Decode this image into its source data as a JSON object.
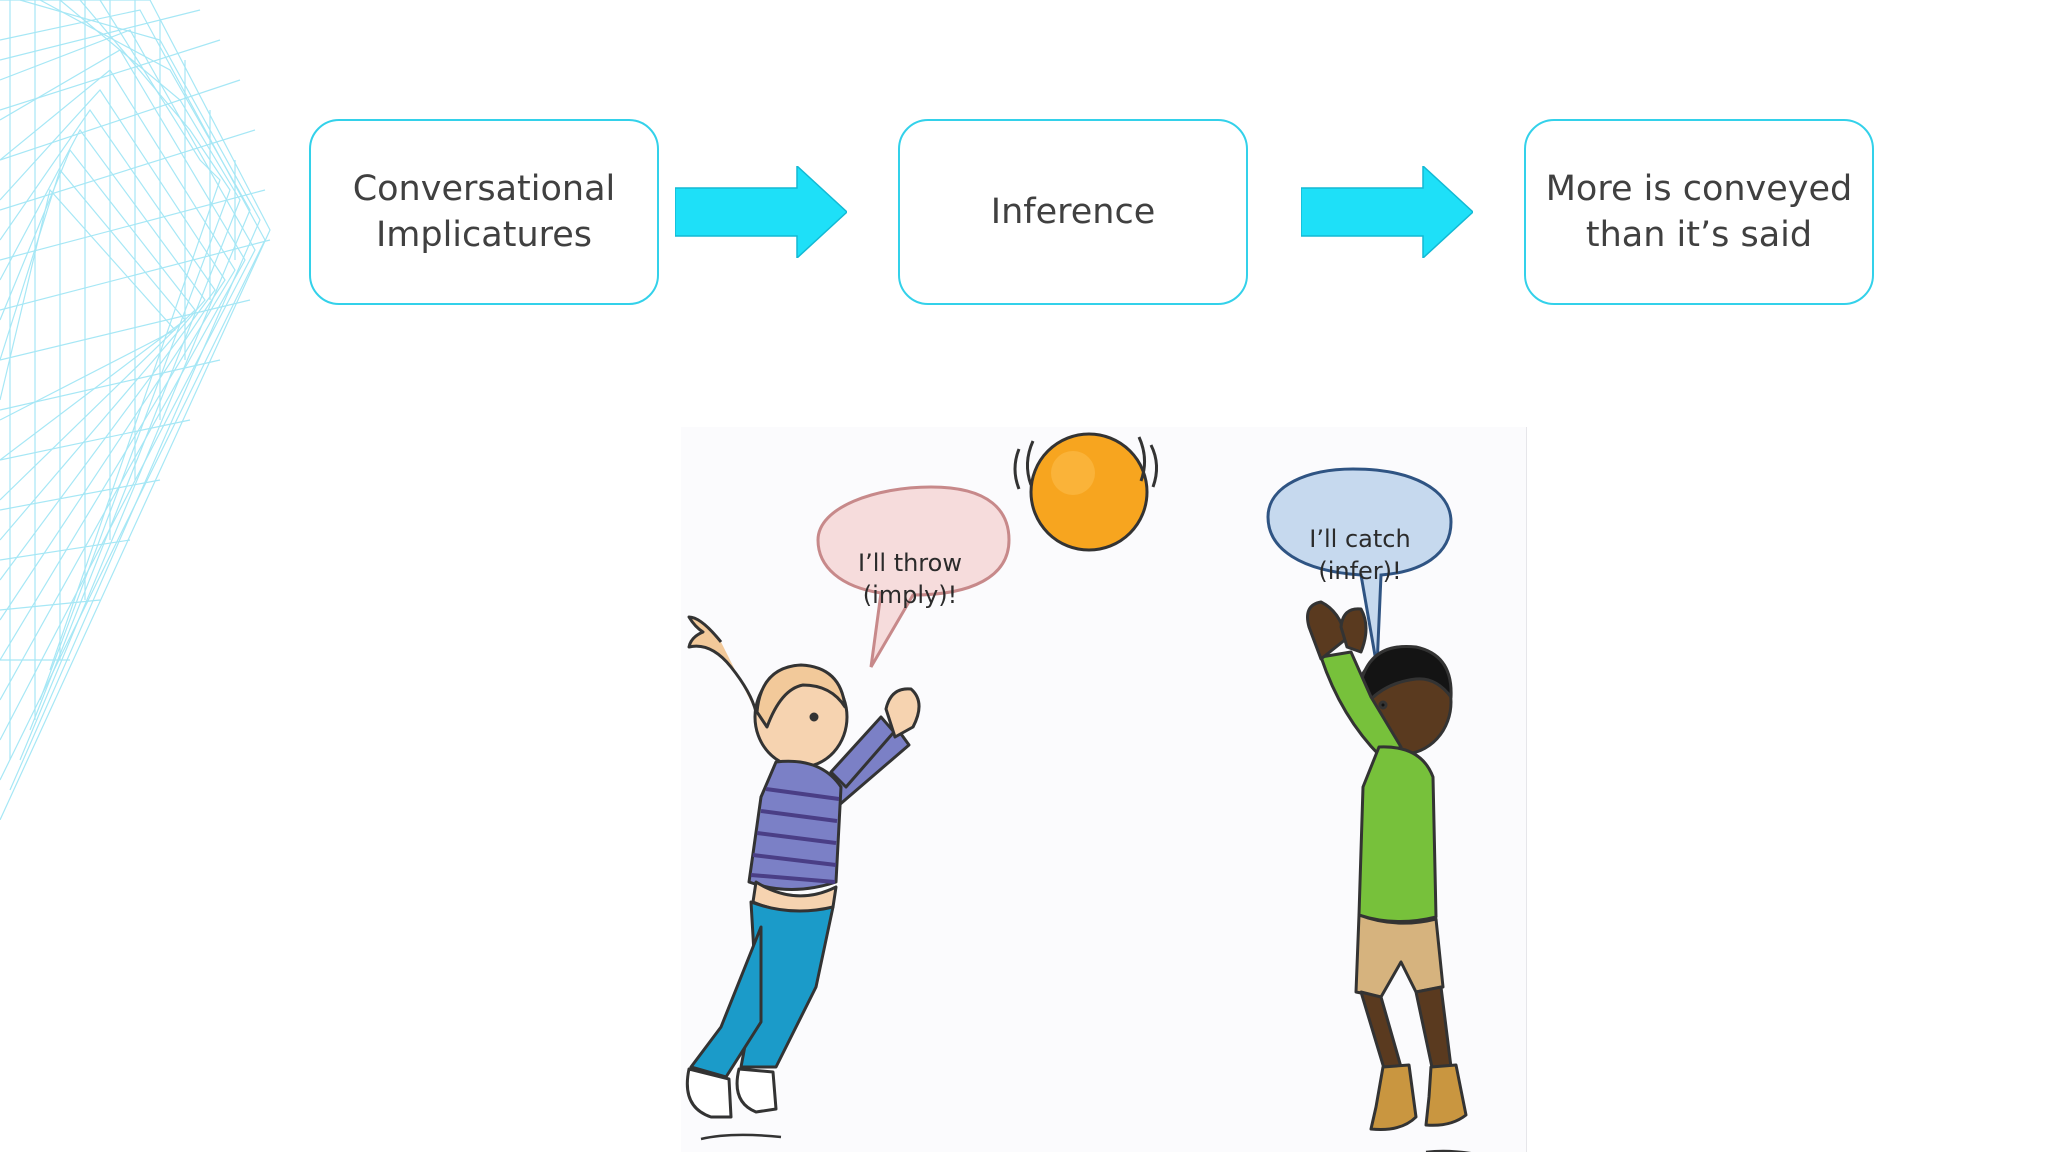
{
  "flow": {
    "steps": [
      {
        "lines": [
          "Conversational",
          "Implicatures"
        ]
      },
      {
        "lines": [
          "Inference"
        ]
      },
      {
        "lines": [
          "More is conveyed",
          "than it’s said"
        ]
      }
    ]
  },
  "illustration": {
    "girl_bubble": {
      "lines": [
        "I’ll throw",
        "(imply)!"
      ]
    },
    "boy_bubble": {
      "lines": [
        "I’ll catch",
        "(infer)!"
      ]
    }
  },
  "colors": {
    "accent": "#33d1ea",
    "arrow": "#1ee0f8",
    "ball": "#f7a51f",
    "girl_bubble": "#f6dcdc",
    "boy_bubble": "#c6d9ee"
  }
}
